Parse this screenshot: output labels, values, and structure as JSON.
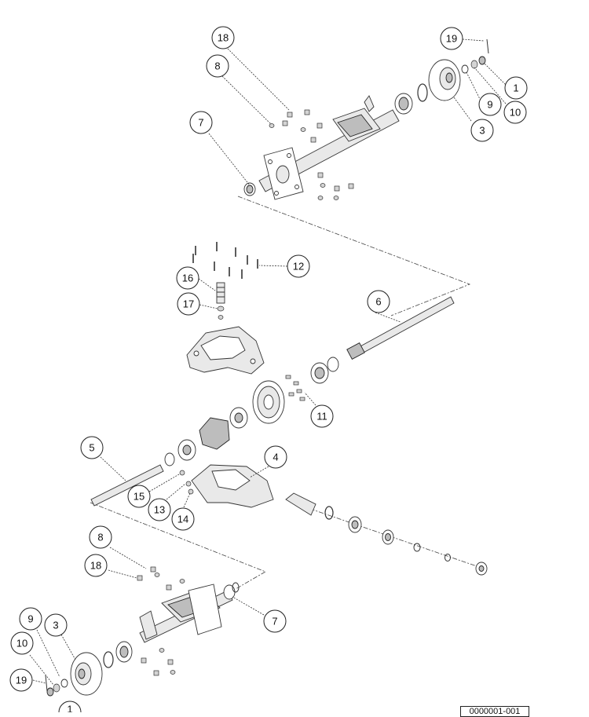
{
  "diagram": {
    "drawing_number": "0000001-001",
    "callouts": [
      {
        "id": "c18-top",
        "label": "18"
      },
      {
        "id": "c8-top",
        "label": "8"
      },
      {
        "id": "c7-top",
        "label": "7"
      },
      {
        "id": "c19-top",
        "label": "19"
      },
      {
        "id": "c1-top",
        "label": "1"
      },
      {
        "id": "c9-top",
        "label": "9"
      },
      {
        "id": "c10-top",
        "label": "10"
      },
      {
        "id": "c3-top",
        "label": "3"
      },
      {
        "id": "c12",
        "label": "12"
      },
      {
        "id": "c16",
        "label": "16"
      },
      {
        "id": "c17",
        "label": "17"
      },
      {
        "id": "c6",
        "label": "6"
      },
      {
        "id": "c11",
        "label": "11"
      },
      {
        "id": "c5",
        "label": "5"
      },
      {
        "id": "c4",
        "label": "4"
      },
      {
        "id": "c15",
        "label": "15"
      },
      {
        "id": "c13",
        "label": "13"
      },
      {
        "id": "c14",
        "label": "14"
      },
      {
        "id": "c8-bot",
        "label": "8"
      },
      {
        "id": "c18-bot",
        "label": "18"
      },
      {
        "id": "c7-bot",
        "label": "7"
      },
      {
        "id": "c9-bot",
        "label": "9"
      },
      {
        "id": "c3-bot",
        "label": "3"
      },
      {
        "id": "c10-bot",
        "label": "10"
      },
      {
        "id": "c19-bot",
        "label": "19"
      },
      {
        "id": "c1-bot",
        "label": "1"
      }
    ]
  }
}
